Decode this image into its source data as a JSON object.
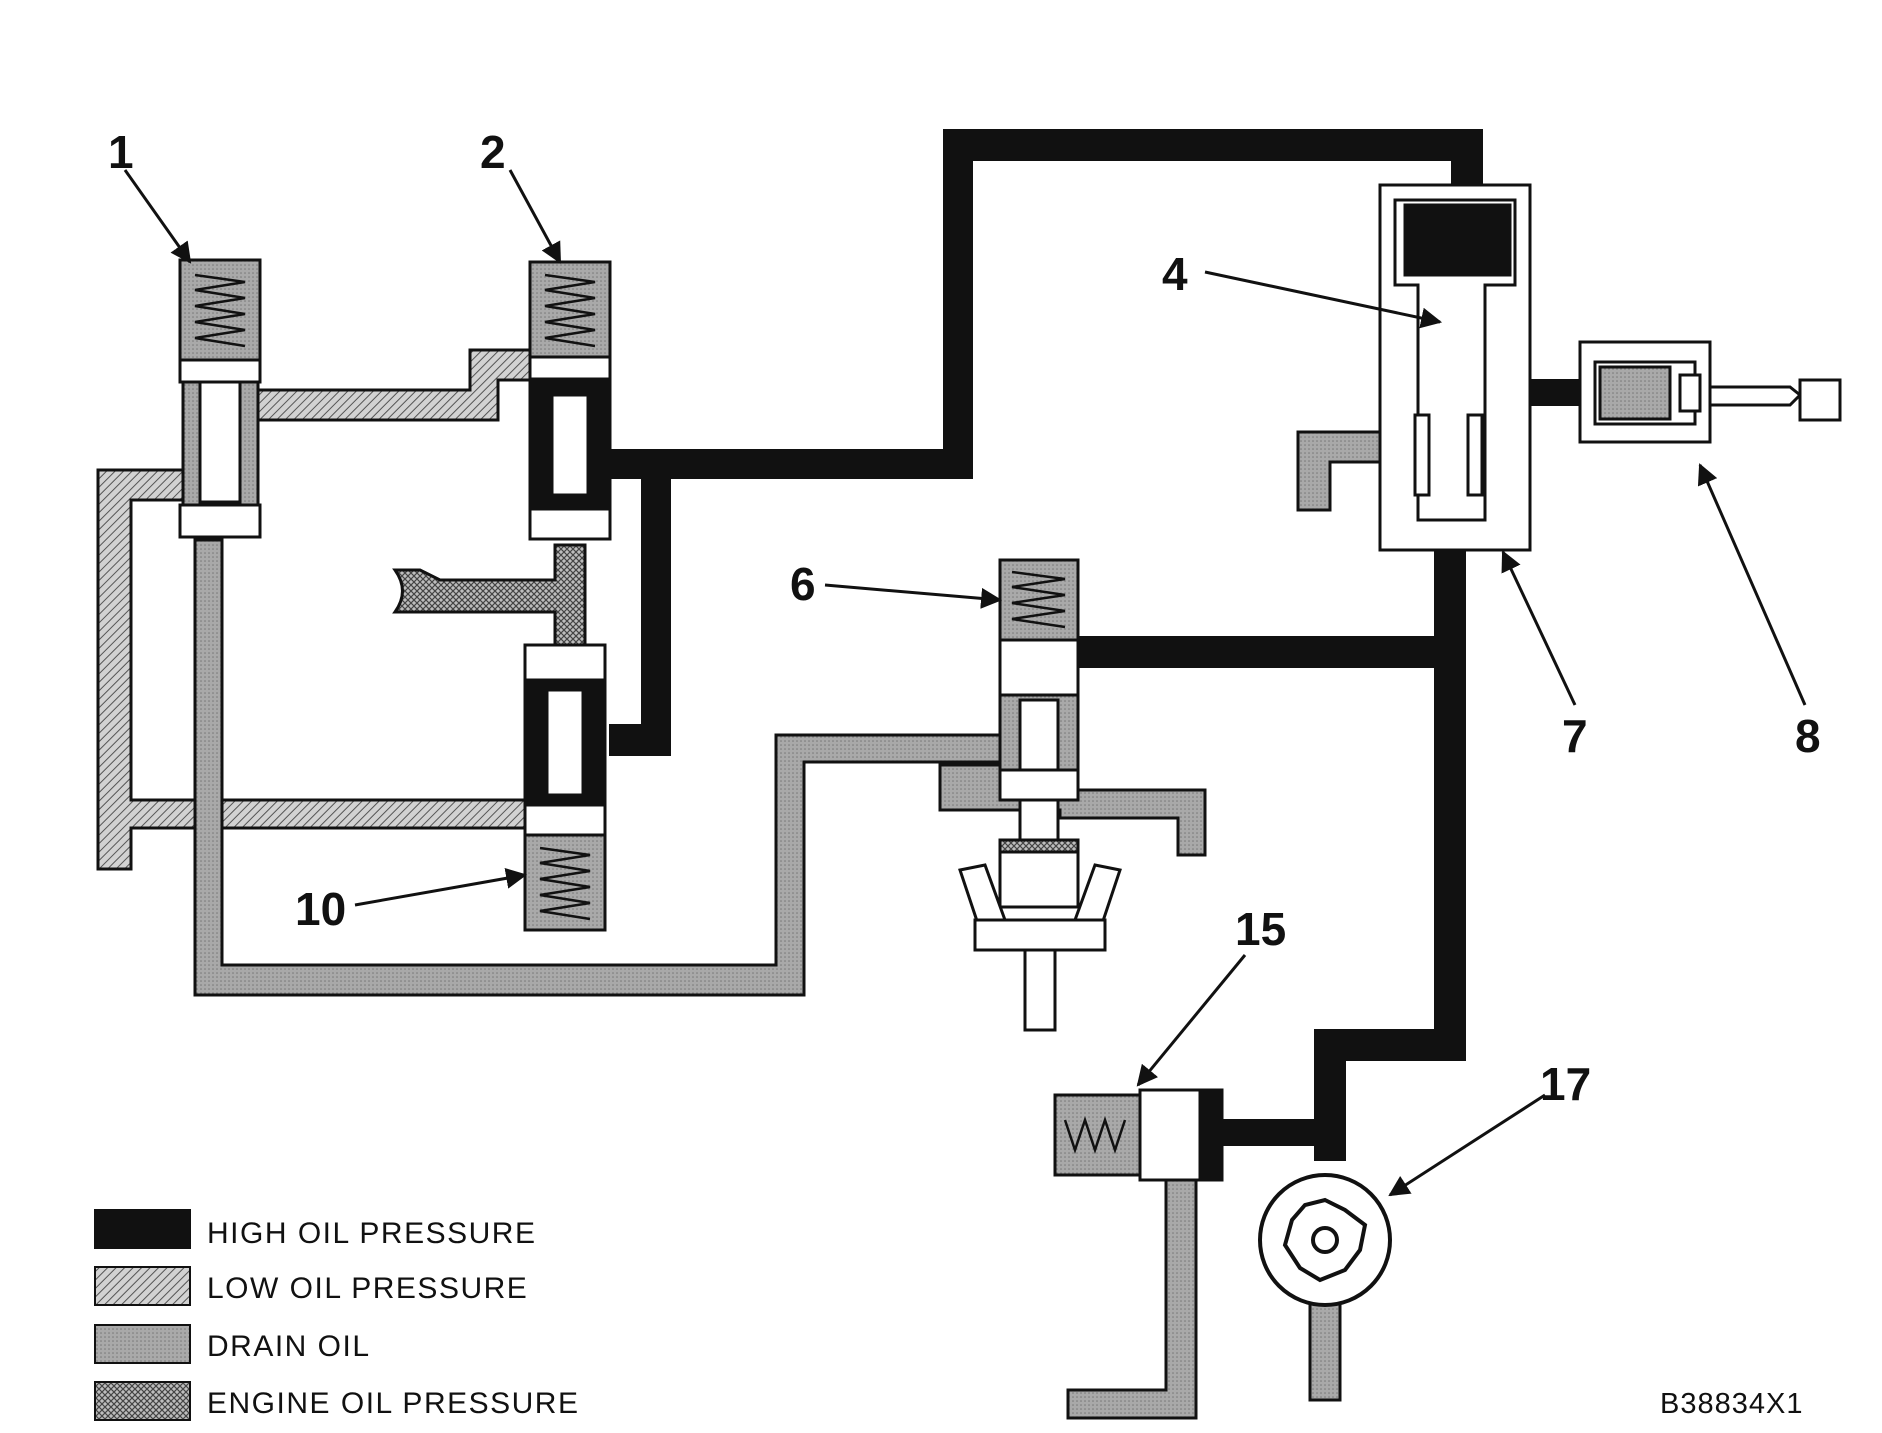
{
  "callouts": {
    "c1": "1",
    "c2": "2",
    "c4": "4",
    "c6": "6",
    "c7": "7",
    "c8": "8",
    "c10": "10",
    "c15": "15",
    "c17": "17"
  },
  "legend": {
    "high": "HIGH OIL PRESSURE",
    "low": "LOW OIL PRESSURE",
    "drain": "DRAIN OIL",
    "engine": "ENGINE OIL PRESSURE"
  },
  "figure_id": "B38834X1",
  "colors": {
    "high": "#111111",
    "drain": "#a9a9a9",
    "line": "#111111",
    "background": "#ffffff"
  }
}
